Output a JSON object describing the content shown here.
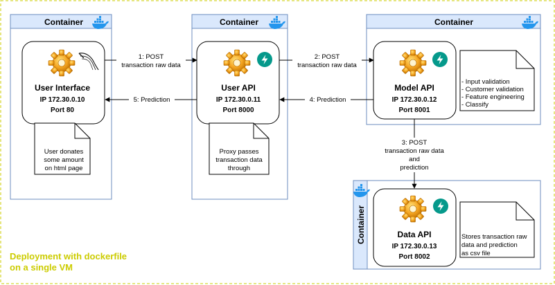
{
  "footer": {
    "line1": "Deployment with dockerfile",
    "line2": "on a single VM"
  },
  "containers": {
    "label": "Container"
  },
  "services": {
    "ui": {
      "title": "User Interface",
      "ip": "IP 172.30.0.10",
      "port": "Port 80"
    },
    "userapi": {
      "title": "User API",
      "ip": "IP 172.30.0.11",
      "port": "Port 8000"
    },
    "modelapi": {
      "title": "Model API",
      "ip": "IP 172.30.0.12",
      "port": "Port 8001"
    },
    "dataapi": {
      "title": "Data API",
      "ip": "IP 172.30.0.13",
      "port": "Port 8002"
    }
  },
  "notes": {
    "ui": [
      "User donates",
      "some amount",
      "on html page"
    ],
    "userapi": [
      "Proxy passes",
      "transaction data",
      "through"
    ],
    "modelapi": [
      "- Input validation",
      "- Customer validation",
      "- Feature engineering",
      "- Classify"
    ],
    "dataapi": [
      "Stores transaction raw",
      "data and prediction",
      "as csv file"
    ]
  },
  "edges": {
    "e1": [
      "1: POST",
      "transaction raw data"
    ],
    "e2": [
      "2: POST",
      "transaction raw data"
    ],
    "e3": [
      "3: POST",
      "transaction raw data",
      "and",
      "prediction"
    ],
    "e4": "4: Prediction",
    "e5": "5: Prediction"
  },
  "colors": {
    "container_fill": "#f2f5ff",
    "container_stroke": "#6c8ebf",
    "outer_border": "#cccc00",
    "gear": "#f0a020",
    "fastapi": "#05998b"
  }
}
